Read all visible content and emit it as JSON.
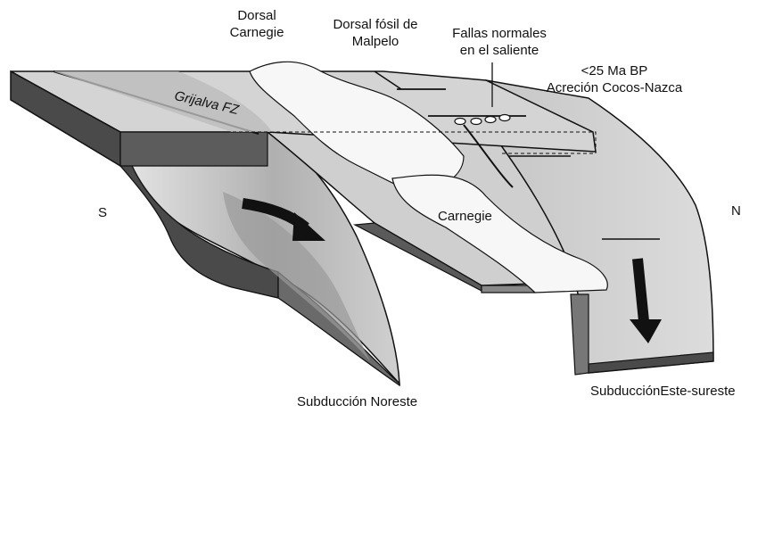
{
  "labels": {
    "dorsal_carnegie": [
      "Dorsal",
      "Carnegie"
    ],
    "dorsal_malpelo": [
      "Dorsal fósil de",
      "Malpelo"
    ],
    "fallas": [
      "Fallas normales",
      "en el saliente"
    ],
    "acrecion": [
      "<25 Ma BP",
      "Acreción Cocos-Nazca"
    ],
    "grijalva": "Grijalva FZ",
    "south": "S",
    "north": "N",
    "carnegie": "Carnegie",
    "subduccion_noreste": "Subducción Noreste",
    "subduccion_este": "SubducciónEste-sureste"
  },
  "colors": {
    "outline": "#111111",
    "plate_top": "#d2d2d2",
    "plate_light": "#e4e4e4",
    "plate_side": "#4a4a4a",
    "slab_mid": "#b9b9b9",
    "slab_dark": "#8d8d8d",
    "ridge": "#f7f7f7"
  }
}
